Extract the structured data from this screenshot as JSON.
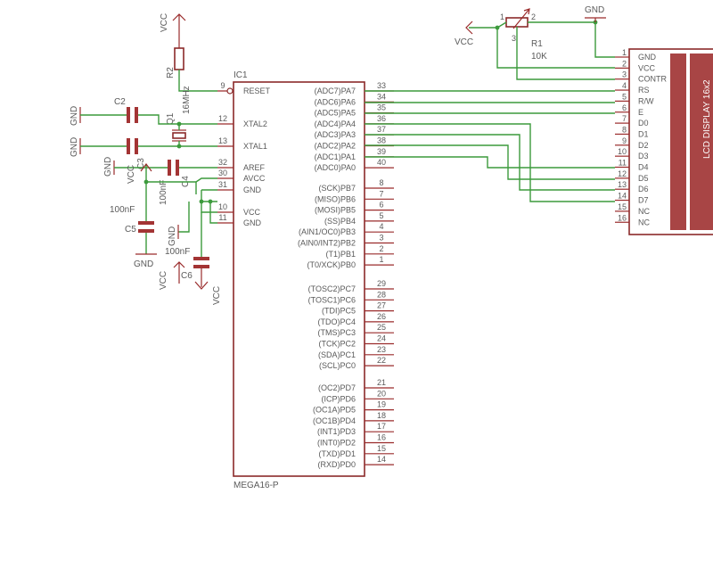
{
  "ic": {
    "name": "IC1",
    "part": "MEGA16-P",
    "left_pins": [
      {
        "num": "9",
        "label": "RESET"
      },
      {
        "num": "12",
        "label": "XTAL2"
      },
      {
        "num": "13",
        "label": "XTAL1"
      },
      {
        "num": "32",
        "label": "AREF"
      },
      {
        "num": "30",
        "label": "AVCC"
      },
      {
        "num": "31",
        "label": "GND"
      },
      {
        "num": "10",
        "label": "VCC"
      },
      {
        "num": "11",
        "label": "GND"
      }
    ],
    "right_pins": [
      {
        "num": "33",
        "label": "(ADC7)PA7"
      },
      {
        "num": "34",
        "label": "(ADC6)PA6"
      },
      {
        "num": "35",
        "label": "(ADC5)PA5"
      },
      {
        "num": "36",
        "label": "(ADC4)PA4"
      },
      {
        "num": "37",
        "label": "(ADC3)PA3"
      },
      {
        "num": "38",
        "label": "(ADC2)PA2"
      },
      {
        "num": "39",
        "label": "(ADC1)PA1"
      },
      {
        "num": "40",
        "label": "(ADC0)PA0"
      },
      {
        "num": "8",
        "label": "(SCK)PB7"
      },
      {
        "num": "7",
        "label": "(MISO)PB6"
      },
      {
        "num": "6",
        "label": "(MOSI)PB5"
      },
      {
        "num": "5",
        "label": "(SS)PB4"
      },
      {
        "num": "4",
        "label": "(AIN1/OC0)PB3"
      },
      {
        "num": "3",
        "label": "(AIN0/INT2)PB2"
      },
      {
        "num": "2",
        "label": "(T1)PB1"
      },
      {
        "num": "1",
        "label": "(T0/XCK)PB0"
      },
      {
        "num": "29",
        "label": "(TOSC2)PC7"
      },
      {
        "num": "28",
        "label": "(TOSC1)PC6"
      },
      {
        "num": "27",
        "label": "(TDI)PC5"
      },
      {
        "num": "26",
        "label": "(TDO)PC4"
      },
      {
        "num": "25",
        "label": "(TMS)PC3"
      },
      {
        "num": "24",
        "label": "(TCK)PC2"
      },
      {
        "num": "23",
        "label": "(SDA)PC1"
      },
      {
        "num": "22",
        "label": "(SCL)PC0"
      },
      {
        "num": "21",
        "label": "(OC2)PD7"
      },
      {
        "num": "20",
        "label": "(ICP)PD6"
      },
      {
        "num": "19",
        "label": "(OC1A)PD5"
      },
      {
        "num": "18",
        "label": "(OC1B)PD4"
      },
      {
        "num": "17",
        "label": "(INT1)PD3"
      },
      {
        "num": "16",
        "label": "(INT0)PD2"
      },
      {
        "num": "15",
        "label": "(TXD)PD1"
      },
      {
        "num": "14",
        "label": "(RXD)PD0"
      }
    ]
  },
  "lcd": {
    "name": "LCD DISPLAY 16x2",
    "pins": [
      {
        "num": "1",
        "label": "GND"
      },
      {
        "num": "2",
        "label": "VCC"
      },
      {
        "num": "3",
        "label": "CONTR"
      },
      {
        "num": "4",
        "label": "RS"
      },
      {
        "num": "5",
        "label": "R/W"
      },
      {
        "num": "6",
        "label": "E"
      },
      {
        "num": "7",
        "label": "D0"
      },
      {
        "num": "8",
        "label": "D1"
      },
      {
        "num": "9",
        "label": "D2"
      },
      {
        "num": "10",
        "label": "D3"
      },
      {
        "num": "11",
        "label": "D4"
      },
      {
        "num": "12",
        "label": "D5"
      },
      {
        "num": "13",
        "label": "D6"
      },
      {
        "num": "14",
        "label": "D7"
      },
      {
        "num": "15",
        "label": "NC"
      },
      {
        "num": "16",
        "label": "NC"
      }
    ]
  },
  "parts": {
    "r1_name": "R1",
    "r1_value": "10K",
    "r1_pin1": "1",
    "r1_pin2": "2",
    "r1_pin3": "3",
    "r2_name": "R2",
    "c2_name": "C2",
    "c3_name": "C3",
    "c4_name": "C4",
    "c5_name": "C5",
    "c6_name": "C6",
    "q1_name": "Q1",
    "q1_value": "16MHz",
    "c4_value": "100nF",
    "c5_value": "100nF",
    "c6_value": "100nF"
  },
  "supplies": {
    "vcc": "VCC",
    "gnd": "GND"
  }
}
